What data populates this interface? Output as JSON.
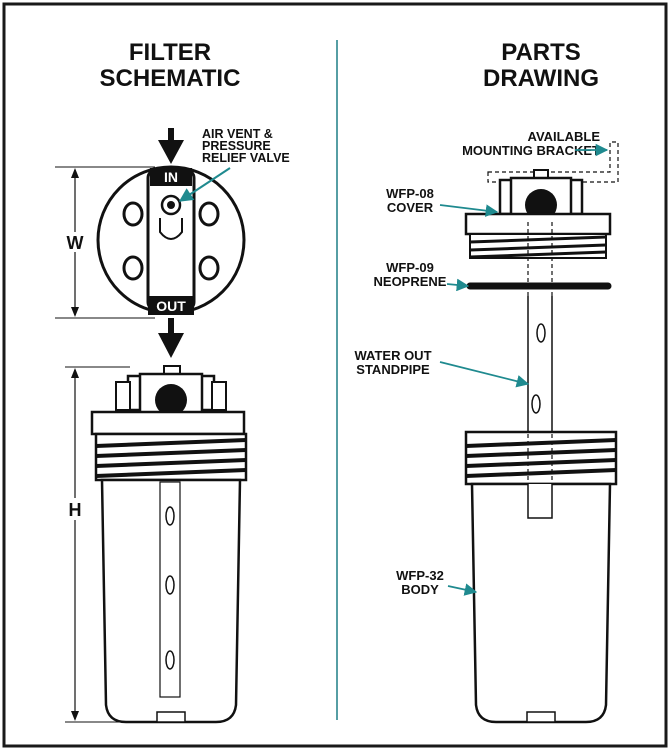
{
  "left_panel": {
    "title_line1": "FILTER",
    "title_line2": "SCHEMATIC",
    "in_label": "IN",
    "out_label": "OUT",
    "vent_label_line1": "AIR VENT &",
    "vent_label_line2": "PRESSURE",
    "vent_label_line3": "RELIEF VALVE",
    "width_label": "W",
    "height_label": "H"
  },
  "right_panel": {
    "title_line1": "PARTS",
    "title_line2": "DRAWING",
    "bracket_label_line1": "AVAILABLE",
    "bracket_label_line2": "MOUNTING BRACKET",
    "cover_label_line1": "WFP-08",
    "cover_label_line2": "COVER",
    "neoprene_label_line1": "WFP-09",
    "neoprene_label_line2": "NEOPRENE",
    "standpipe_label_line1": "WATER OUT",
    "standpipe_label_line2": "STANDPIPE",
    "body_label_line1": "WFP-32",
    "body_label_line2": "BODY"
  },
  "colors": {
    "border": "#1a1a1a",
    "divider": "#1f7f86",
    "leader": "#1f8a8f",
    "ink": "#111111"
  }
}
